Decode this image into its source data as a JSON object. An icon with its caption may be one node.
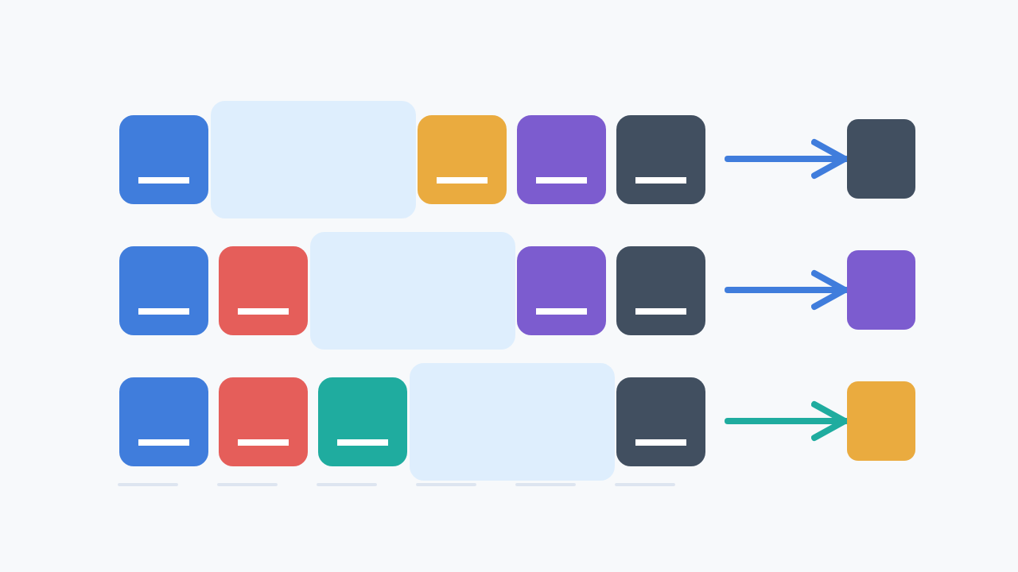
{
  "diagram": {
    "nodes": [
      {
        "text": [],
        "shape": "box"
      },
      {
        "text": [],
        "shape": "box"
      },
      {
        "text": [],
        "shape": "box"
      },
      {
        "text": [],
        "shape": "box"
      },
      {
        "text": [],
        "shape": "box"
      },
      {
        "text": [],
        "shape": "box"
      },
      {
        "text": [],
        "shape": "box"
      },
      {
        "text": [],
        "shape": "box"
      },
      {
        "text": [],
        "shape": "box"
      },
      {
        "text": [],
        "shape": "box"
      },
      {
        "text": [],
        "shape": "box"
      },
      {
        "text": [],
        "shape": "box"
      },
      {
        "text": [],
        "shape": "box"
      },
      {
        "text": [],
        "shape": "box"
      },
      {
        "text": [],
        "shape": "box"
      },
      {
        "text": [],
        "shape": "box"
      },
      {
        "text": [],
        "shape": "box"
      },
      {
        "text": [],
        "shape": "box"
      }
    ],
    "edges": [
      {
        "from": null,
        "to": 5,
        "arrow": "to"
      },
      {
        "from": null,
        "to": 11,
        "arrow": "to"
      },
      {
        "from": null,
        "to": 17,
        "arrow": "to",
        "color": "#1fac9f"
      }
    ]
  }
}
